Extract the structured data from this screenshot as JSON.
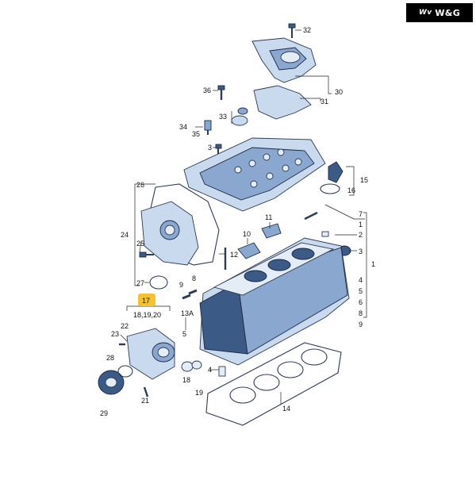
{
  "brand": {
    "mark": "Wv",
    "name": "W&G"
  },
  "callouts": {
    "c32": "32",
    "c30": "30",
    "c31": "31",
    "c36": "36",
    "c33": "33",
    "c34": "34",
    "c35": "35",
    "c3a": "3",
    "c15": "15",
    "c16": "16",
    "c26": "26",
    "c7": "7",
    "c11": "11",
    "c1x": "1",
    "c2": "2",
    "c10": "10",
    "c24": "24",
    "c25": "25",
    "c12": "12",
    "c3b": "3",
    "c1": "1",
    "c27": "27",
    "c9": "9",
    "c8": "8",
    "c4": "4",
    "c5": "5",
    "c6": "6",
    "c8b": "8",
    "c9b": "9",
    "c17": "17",
    "c18_19_20": "18,19,20",
    "c13a": "13A",
    "c23": "23",
    "c22": "22",
    "c5b": "5",
    "c28": "28",
    "c29": "29",
    "c4b": "4",
    "c18": "18",
    "c19": "19",
    "c21": "21",
    "c14": "14"
  },
  "highlight_color": "#f2c230"
}
